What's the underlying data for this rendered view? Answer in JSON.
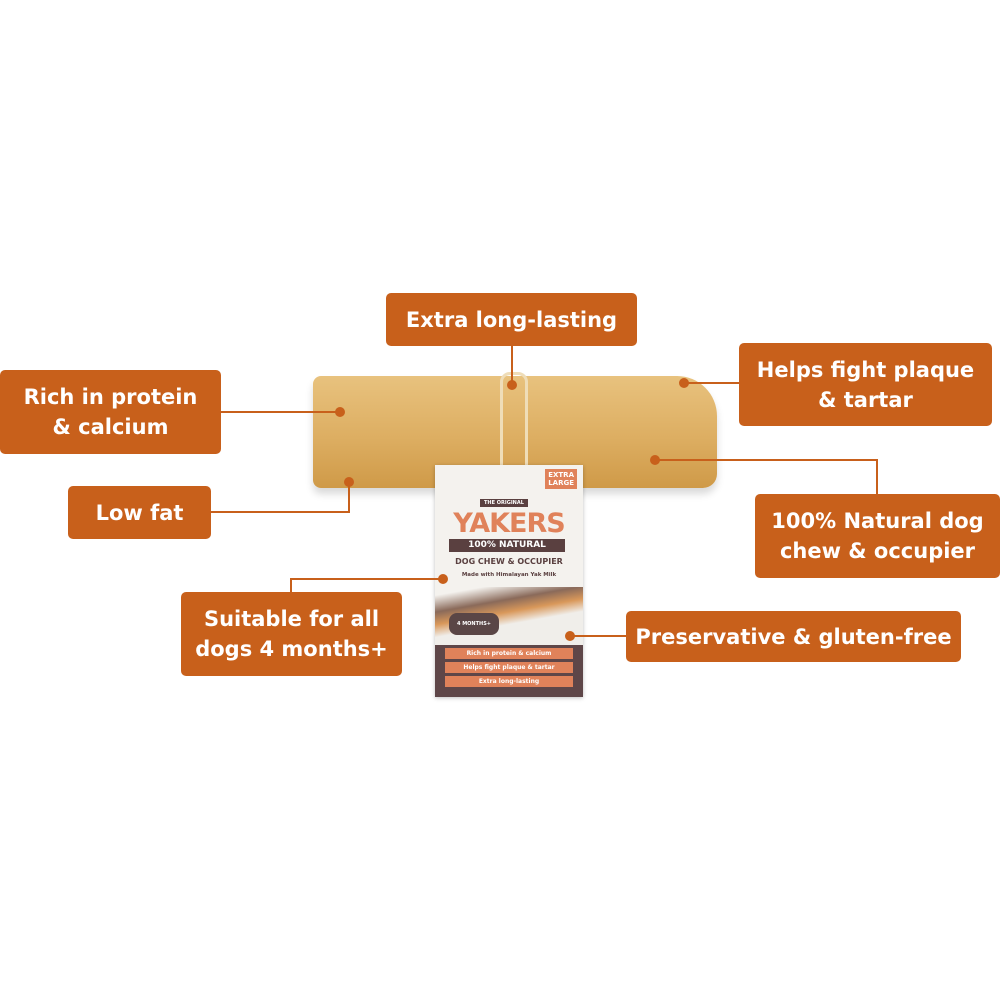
{
  "callouts": {
    "extra_long_lasting": "Extra long-lasting",
    "plaque": "Helps fight plaque\n& tartar",
    "protein": "Rich in protein\n& calcium",
    "low_fat": "Low fat",
    "natural": "100% Natural dog\nchew & occupier",
    "suitable": "Suitable for all\ndogs 4 months+",
    "preservative": "Preservative & gluten-free"
  },
  "tag": {
    "size": "EXTRA\nLARGE",
    "original": "THE ORIGINAL",
    "brand": "YAKERS",
    "natural": "100% NATURAL",
    "subtitle": "DOG CHEW & OCCUPIER",
    "made_with": "Made with Himalayan Yak Milk",
    "age": "4 MONTHS+",
    "benefits": [
      "Rich in protein & calcium",
      "Helps fight plaque & tartar",
      "Extra long-lasting"
    ]
  },
  "colors": {
    "accent": "#C8601B"
  }
}
